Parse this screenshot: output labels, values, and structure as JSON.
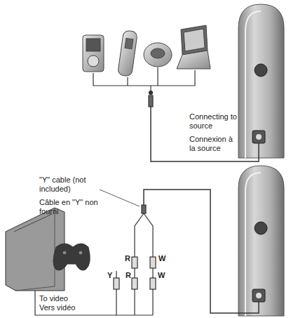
{
  "diagram": {
    "labels": [
      "Connecting to source",
      "Connexion à la source",
      "\"Y\" cable (not included)",
      "Câble en \"Y\" non fourni",
      "R",
      "W",
      "Y",
      "R",
      "W",
      "To video",
      "Vers vidéo"
    ]
  }
}
